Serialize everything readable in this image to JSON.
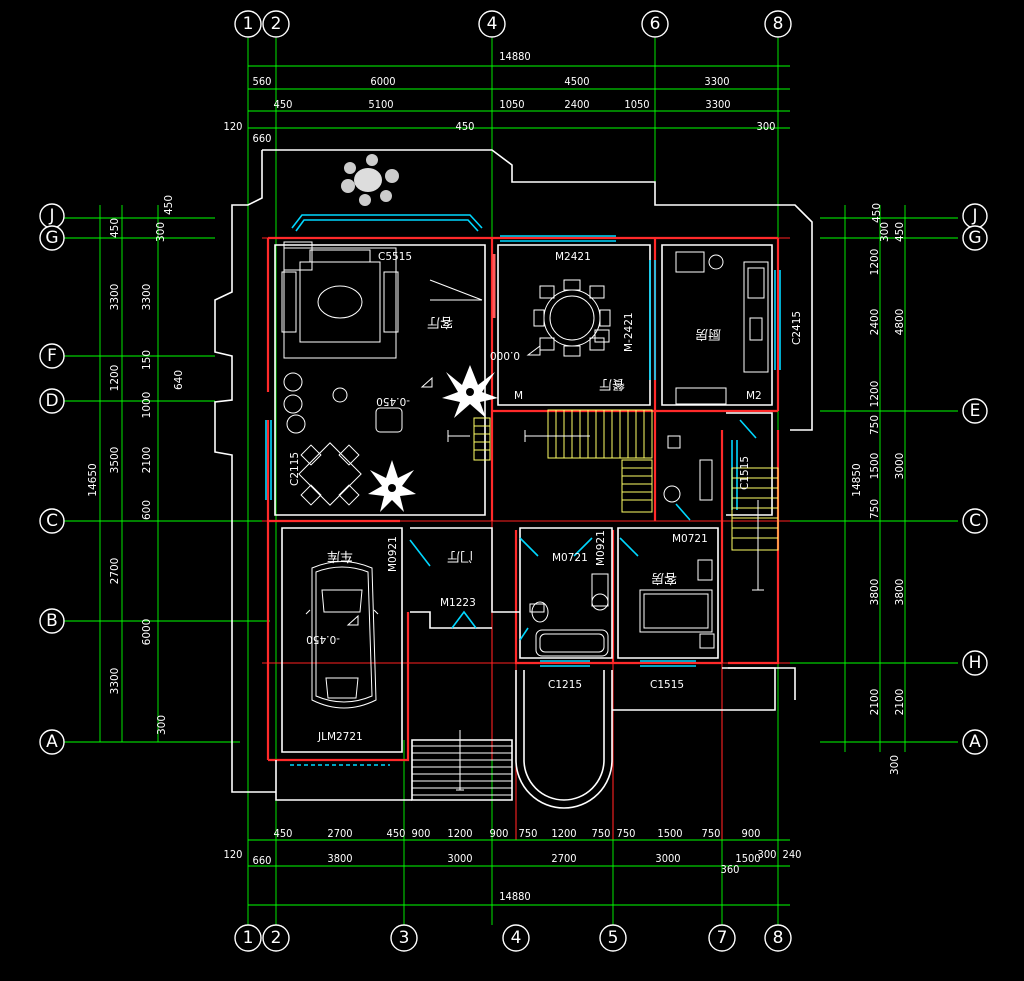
{
  "axes_columns": [
    "1",
    "2",
    "3",
    "4",
    "5",
    "6",
    "7",
    "8"
  ],
  "axes_rows": [
    "J",
    "G",
    "F",
    "D",
    "E",
    "C",
    "B",
    "H",
    "A"
  ],
  "top_dims": {
    "total": "14880",
    "row1": [
      "560",
      "6000",
      "4500",
      "3300"
    ],
    "row2": [
      "450",
      "5100",
      "1050",
      "2400",
      "1050",
      "3300"
    ],
    "row3": [
      "120",
      "660",
      "450",
      "300"
    ]
  },
  "bottom_dims": {
    "total": "14880",
    "row1": [
      "450",
      "2700",
      "450",
      "900",
      "1200",
      "900",
      "750",
      "1200",
      "750",
      "750",
      "1500",
      "750",
      "900"
    ],
    "row2": [
      "120",
      "660",
      "3800",
      "3000",
      "2700",
      "3000",
      "1500",
      "360",
      "300",
      "240"
    ]
  },
  "left_dims": {
    "total": "14650",
    "outer": [
      "3300",
      "1200",
      "3500",
      "2700",
      "3300"
    ],
    "inner": [
      "450",
      "3300",
      "150",
      "1000",
      "2100",
      "600",
      "6000",
      "300",
      "640"
    ],
    "top_small": [
      "300",
      "450"
    ]
  },
  "right_dims": {
    "total": "14850",
    "outer": [
      "450",
      "1200",
      "2400",
      "4800",
      "1200",
      "750",
      "1500",
      "3000",
      "750",
      "3800",
      "3800",
      "2100",
      "2100",
      "300"
    ],
    "top_small": [
      "300",
      "450"
    ]
  },
  "labels": {
    "win_c5515": "C5515",
    "win_m2421_top": "M2421",
    "win_m2421_side": "M-2421",
    "win_c2415": "C2415",
    "win_c2115": "C2115",
    "win_c1515_right": "C1515",
    "win_c1215": "C1215",
    "win_c1515_bottom": "C1515",
    "door_m0921_a": "M0921",
    "door_m0921_b": "M0921",
    "door_m0721_a": "M0721",
    "door_m0721_b": "M0721",
    "door_m1223": "M1223",
    "door_m": "M",
    "door_m2": "M2",
    "door_jlm2721": "JLM2721",
    "level_living": "-0.450",
    "level_dining": "0.000",
    "level_garage": "-0.450"
  },
  "rooms": {
    "living": "客厅",
    "dining": "餐厅",
    "kitchen": "厨房",
    "garage": "车库",
    "entry": "门厅",
    "bedroom": "客房"
  }
}
